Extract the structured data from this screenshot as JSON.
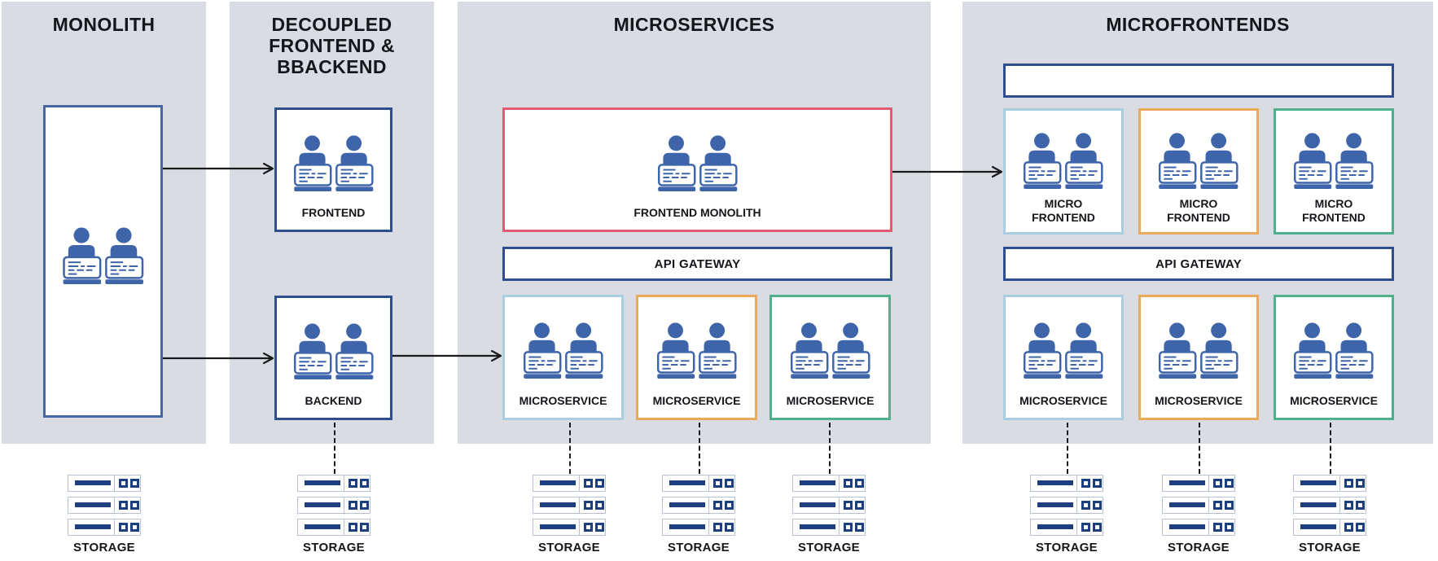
{
  "colors": {
    "panel_bg": "#dadce4",
    "navy": "#2e4e8f",
    "monolith_blue": "#4568a4",
    "icon_blue": "#3e65a9",
    "pink": "#e25b72",
    "light_blue": "#a9cee2",
    "orange": "#eba95c",
    "green": "#4eb18b",
    "server_navy": "#1d3e7f",
    "server_border": "#b7c3d2",
    "ink": "#15161a"
  },
  "panels": {
    "monolith": {
      "title": "MONOLITH",
      "storage": {
        "label": "STORAGE"
      }
    },
    "decoupled": {
      "title": "DECOUPLED\nFRONTEND &\nBBACKEND",
      "frontend": {
        "label": "FRONTEND"
      },
      "backend": {
        "label": "BACKEND"
      },
      "storage": {
        "label": "STORAGE"
      }
    },
    "microservices": {
      "title": "MICROSERVICES",
      "frontend_monolith": {
        "label": "FRONTEND MONOLITH",
        "accent": "pink"
      },
      "api_gateway": {
        "label": "API GATEWAY"
      },
      "services": [
        {
          "label": "MICROSERVICE",
          "accent": "light_blue"
        },
        {
          "label": "MICROSERVICE",
          "accent": "orange"
        },
        {
          "label": "MICROSERVICE",
          "accent": "green"
        }
      ],
      "storages": [
        {
          "label": "STORAGE"
        },
        {
          "label": "STORAGE"
        },
        {
          "label": "STORAGE"
        }
      ]
    },
    "microfrontends": {
      "title": "MICROFRONTENDS",
      "micro_frontends": [
        {
          "label": "MICRO\nFRONTEND",
          "accent": "light_blue"
        },
        {
          "label": "MICRO\nFRONTEND",
          "accent": "orange"
        },
        {
          "label": "MICRO\nFRONTEND",
          "accent": "green"
        }
      ],
      "api_gateway": {
        "label": "API GATEWAY"
      },
      "services": [
        {
          "label": "MICROSERVICE",
          "accent": "light_blue"
        },
        {
          "label": "MICROSERVICE",
          "accent": "orange"
        },
        {
          "label": "MICROSERVICE",
          "accent": "green"
        }
      ],
      "storages": [
        {
          "label": "STORAGE"
        },
        {
          "label": "STORAGE"
        },
        {
          "label": "STORAGE"
        }
      ]
    }
  }
}
